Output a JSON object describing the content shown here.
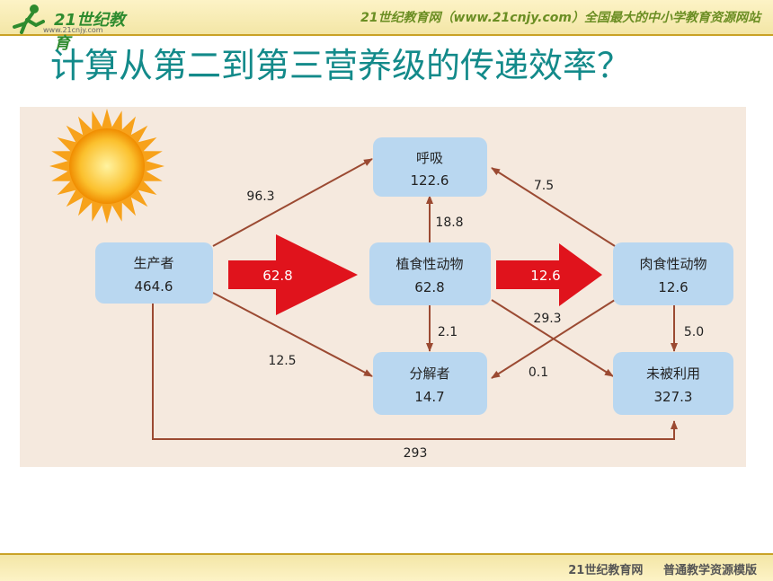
{
  "header": {
    "logo_text": "21世纪教育",
    "logo_sub": "www.21cnjy.com",
    "site_title": "21世纪教育网（www.21cnjy.com）全国最大的中小学教育资源网站"
  },
  "slide_title": "计算从第二到第三营养级的传递效率？",
  "nodes": {
    "producer": {
      "name": "生产者",
      "value": "464.6"
    },
    "respiration": {
      "name": "呼吸",
      "value": "122.6"
    },
    "herbivore": {
      "name": "植食性动物",
      "value": "62.8"
    },
    "carnivore": {
      "name": "肉食性动物",
      "value": "12.6"
    },
    "decomposer": {
      "name": "分解者",
      "value": "14.7"
    },
    "unused": {
      "name": "未被利用",
      "value": "327.3"
    }
  },
  "flows": {
    "producer_to_respiration": "96.3",
    "producer_to_herbivore": "62.8",
    "producer_to_decomposer": "12.5",
    "producer_to_unused": "293",
    "herbivore_to_respiration": "18.8",
    "herbivore_to_carnivore": "12.6",
    "herbivore_to_decomposer": "2.1",
    "herbivore_to_unused": "29.3",
    "carnivore_to_respiration": "7.5",
    "carnivore_to_decomposer": "0.1",
    "carnivore_to_unused": "5.0"
  },
  "footer": {
    "text": "21世纪教育网     普通教学资源模版"
  },
  "colors": {
    "title": "#138a8a",
    "box_fill": "#b9d7f0",
    "arrow_line": "#9b4a32",
    "big_arrow": "#e0131c",
    "sun": "#f7a21b",
    "diagram_bg": "#f5e9de"
  }
}
